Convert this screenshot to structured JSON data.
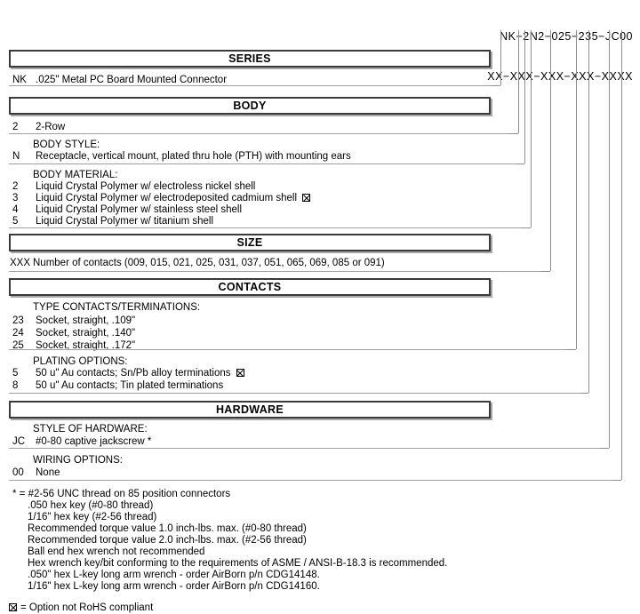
{
  "part_number": {
    "example": "NK−2N2−025−235−JC00",
    "mask": "XX−XXX−XXX−XXX−XXXX"
  },
  "sections": [
    {
      "title": "SERIES",
      "groups": [
        {
          "label": null,
          "options": [
            {
              "code": "NK",
              "desc": ".025\" Metal PC Board Mounted Connector",
              "rohs_noncompliant": false
            }
          ]
        }
      ]
    },
    {
      "title": "BODY",
      "groups": [
        {
          "label": null,
          "options": [
            {
              "code": "2",
              "desc": "2-Row",
              "rohs_noncompliant": false
            }
          ]
        },
        {
          "label": "BODY STYLE:",
          "options": [
            {
              "code": "N",
              "desc": "Receptacle, vertical mount, plated thru hole (PTH) with mounting ears",
              "rohs_noncompliant": false
            }
          ]
        },
        {
          "label": "BODY MATERIAL:",
          "options": [
            {
              "code": "2",
              "desc": "Liquid Crystal Polymer w/ electroless nickel shell",
              "rohs_noncompliant": false
            },
            {
              "code": "3",
              "desc": "Liquid Crystal Polymer w/ electrodeposited cadmium shell",
              "rohs_noncompliant": true
            },
            {
              "code": "4",
              "desc": "Liquid Crystal Polymer w/ stainless steel shell",
              "rohs_noncompliant": false
            },
            {
              "code": "5",
              "desc": "Liquid Crystal Polymer w/ titanium shell",
              "rohs_noncompliant": false
            }
          ]
        }
      ]
    },
    {
      "title": "SIZE",
      "groups": [
        {
          "label": null,
          "options": [
            {
              "code": "XXX",
              "desc": "Number of contacts (009, 015, 021, 025, 031, 037, 051, 065, 069, 085 or 091)",
              "rohs_noncompliant": false
            }
          ]
        }
      ]
    },
    {
      "title": "CONTACTS",
      "groups": [
        {
          "label": "TYPE CONTACTS/TERMINATIONS:",
          "options": [
            {
              "code": "23",
              "desc": "Socket, straight, .109\"",
              "rohs_noncompliant": false
            },
            {
              "code": "24",
              "desc": "Socket, straight, .140\"",
              "rohs_noncompliant": false
            },
            {
              "code": "25",
              "desc": "Socket, straight, .172\"",
              "rohs_noncompliant": false
            }
          ]
        },
        {
          "label": "PLATING OPTIONS:",
          "options": [
            {
              "code": "5",
              "desc": "50 u\" Au contacts; Sn/Pb alloy terminations",
              "rohs_noncompliant": true
            },
            {
              "code": "8",
              "desc": "50 u\" Au contacts; Tin plated terminations",
              "rohs_noncompliant": false
            }
          ]
        }
      ]
    },
    {
      "title": "HARDWARE",
      "groups": [
        {
          "label": "STYLE OF HARDWARE:",
          "options": [
            {
              "code": "JC",
              "desc": "#0-80 captive jackscrew *",
              "rohs_noncompliant": false
            }
          ]
        },
        {
          "label": "WIRING OPTIONS:",
          "options": [
            {
              "code": "00",
              "desc": "None",
              "rohs_noncompliant": false
            }
          ]
        }
      ]
    }
  ],
  "footnotes": {
    "lead": "* = #2-56 UNC thread on 85 position connectors",
    "lines": [
      ".050 hex key (#0-80 thread)",
      "1/16\" hex key (#2-56 thread)",
      "Recommended torque value 1.0 inch-lbs. max. (#0-80 thread)",
      "Recommended torque value 2.0 inch-lbs. max. (#2-56 thread)",
      "Ball end hex wrench not recommended",
      "Hex wrench key/bit conforming to the requirements of ASME / ANSI-B-18.3 is recommended.",
      ".050\" hex L-key long arm wrench - order AirBorn p/n CDG14148.",
      "1/16\" hex L-key long arm wrench - order AirBorn p/n CDG14160."
    ]
  },
  "rohs_legend": "= Option not RoHS compliant"
}
